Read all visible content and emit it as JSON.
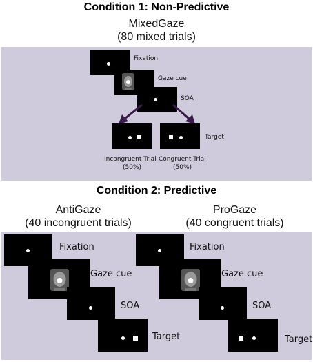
{
  "condition1": {
    "title": "Condition 1: Non-Predictive",
    "block_name": "MixedGaze",
    "block_desc": "(80 mixed trials)",
    "steps": {
      "fixation": "Fixation",
      "gaze_cue": "Gaze cue",
      "soa": "SOA",
      "target": "Target"
    },
    "incongruent": {
      "label": "Incongruent Trial",
      "pct": "(50%)"
    },
    "congruent": {
      "label": "Congruent Trial",
      "pct": "(50%)"
    }
  },
  "condition2": {
    "title": "Condition 2: Predictive",
    "blocks": [
      {
        "name": "AntiGaze",
        "desc": "(40 incongruent trials)",
        "steps": {
          "fixation": "Fixation",
          "gaze_cue": "Gaze cue",
          "soa": "SOA",
          "target": "Target"
        }
      },
      {
        "name": "ProGaze",
        "desc": "(40 congruent trials)",
        "steps": {
          "fixation": "Fixation",
          "gaze_cue": "Gaze cue",
          "soa": "SOA",
          "target": "Target"
        }
      }
    ]
  },
  "colors": {
    "panel_background": "#cfcbdd",
    "arrow": "#3a1a4a",
    "screen": "#000000"
  }
}
